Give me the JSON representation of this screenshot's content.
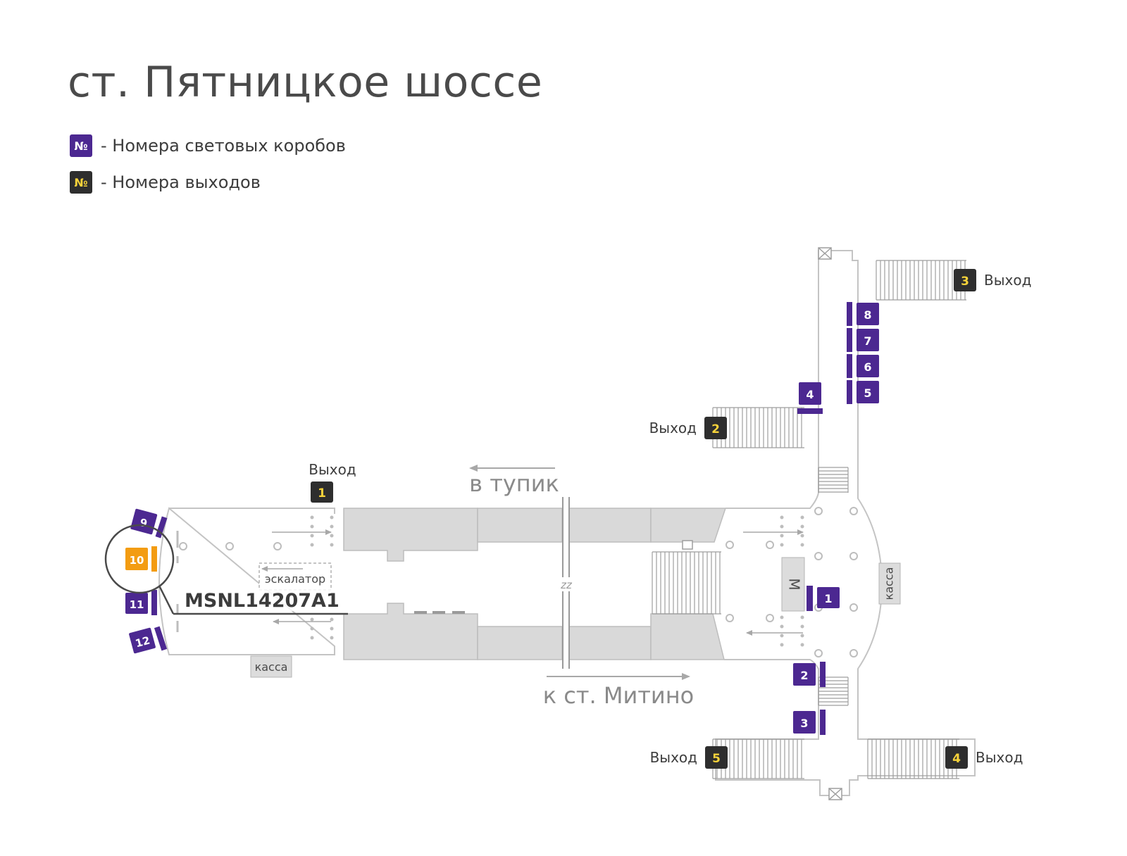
{
  "title": "ст. Пятницкое шоссе",
  "legend": [
    {
      "symbol": "№",
      "text": "- Номера световых коробов",
      "color": "#4c2891"
    },
    {
      "symbol": "№",
      "text": "- Номера выходов",
      "color": "#2e2e2e"
    }
  ],
  "exit_word": "Выход",
  "exits": [
    "1",
    "2",
    "3",
    "4",
    "5"
  ],
  "lightboxes": [
    "1",
    "2",
    "3",
    "4",
    "5",
    "6",
    "7",
    "8",
    "9",
    "10",
    "11",
    "12"
  ],
  "highlighted_box": "10",
  "highlight_code": "MSNL14207A1",
  "labels": {
    "to_dead_end": "в тупик",
    "to_mitino": "к ст. Митино",
    "escalator": "эскалатор",
    "kassa": "касса",
    "metro": "М",
    "zz": "zz"
  },
  "colors": {
    "lightbox": "#4c2891",
    "exit_box": "#2e2e2e",
    "exit_number": "#f7d33a",
    "highlight": "#f39c12",
    "platform": "#d9d9d9",
    "outline": "#bdbdbd"
  }
}
